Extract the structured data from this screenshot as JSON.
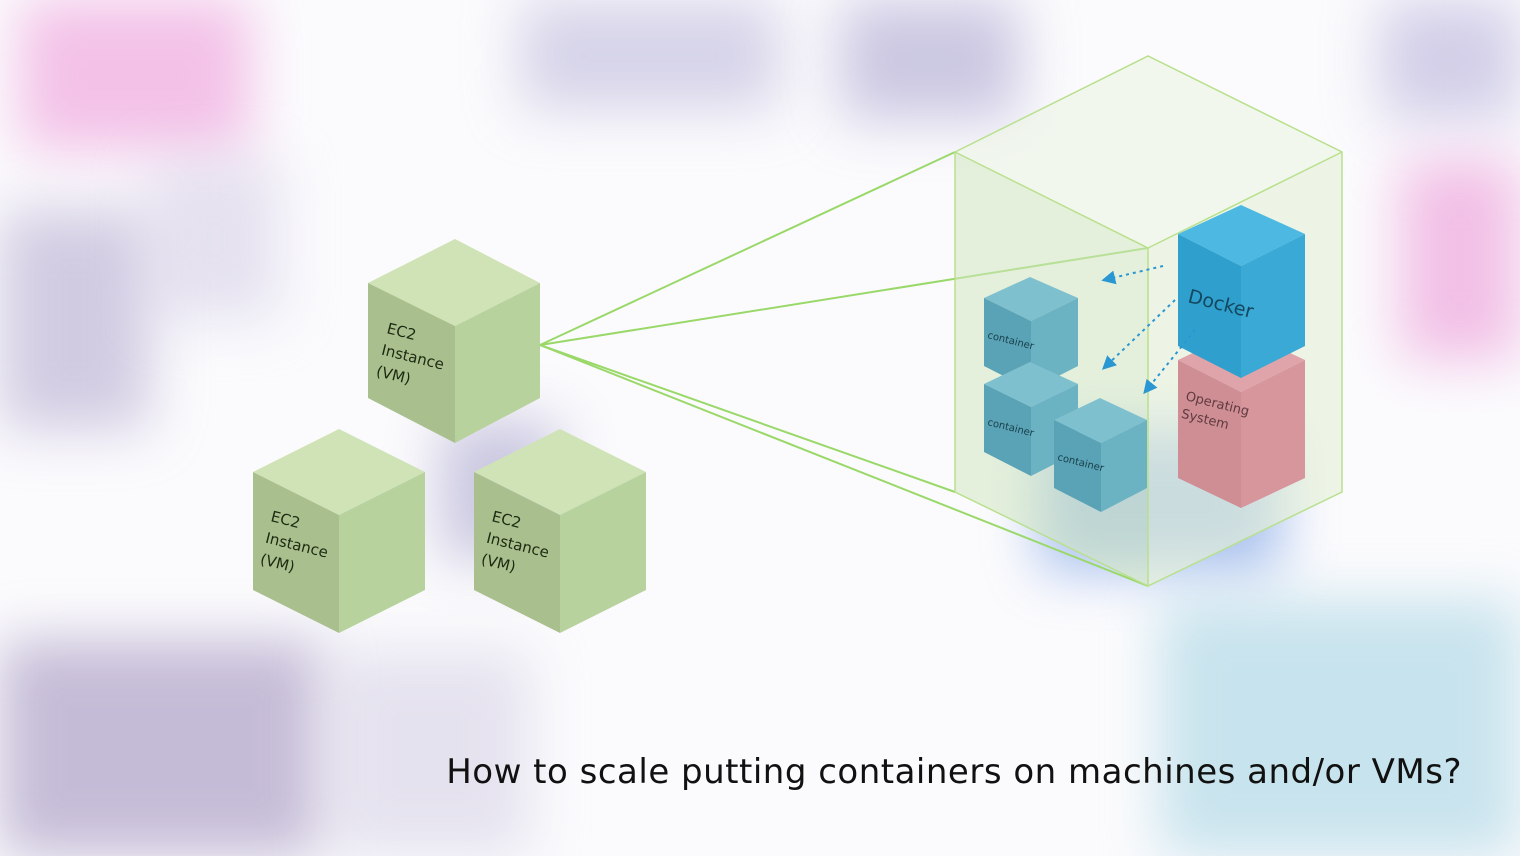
{
  "vm_cube": {
    "line1": "EC2",
    "line2": "Instance",
    "line3": "(VM)"
  },
  "container_label": "container",
  "docker_label": "Docker",
  "os_label": {
    "line1": "Operating",
    "line2": "System"
  },
  "caption": "How to scale putting containers on machines and/or VMs?",
  "colors": {
    "vm_top": "#cfe3b6",
    "vm_left": "#a9c08e",
    "vm_right": "#b8d29d",
    "container_cube": "#6fb5c6",
    "docker_cube": "#3aa9d6",
    "os_cube": "#d7959c",
    "zoom_lines": "#9ad86a",
    "arrow": "#2a97d3"
  }
}
